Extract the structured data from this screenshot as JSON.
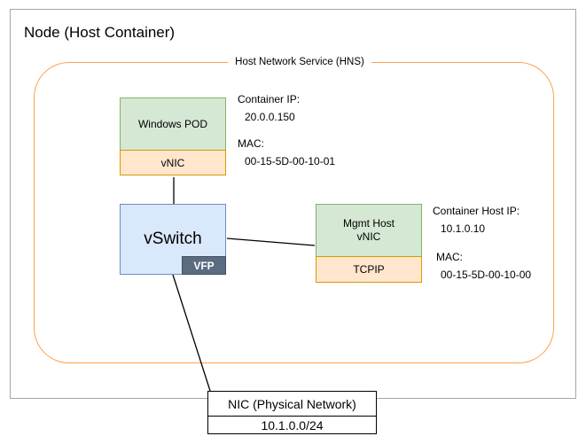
{
  "node": {
    "title": "Node (Host Container)"
  },
  "hns": {
    "label": "Host Network Service (HNS)"
  },
  "pod": {
    "name": "Windows POD",
    "nic_label": "vNIC",
    "info": {
      "ip_label": "Container IP:",
      "ip_value": "20.0.0.150",
      "mac_label": "MAC:",
      "mac_value": "00-15-5D-00-10-01"
    }
  },
  "vswitch": {
    "name": "vSwitch",
    "badge": "VFP"
  },
  "mgmt": {
    "name_line1": "Mgmt Host",
    "name_line2": "vNIC",
    "stack_label": "TCPIP",
    "info": {
      "ip_label": "Container Host IP:",
      "ip_value": "10.1.0.10",
      "mac_label": "MAC:",
      "mac_value": "00-15-5D-00-10-00"
    }
  },
  "physical_nic": {
    "title": "NIC (Physical Network)",
    "subnet": "10.1.0.0/24"
  },
  "colors": {
    "outer_border": "#a6a6a6",
    "hns_border": "#ffa04d",
    "green_fill": "#d5e8d4",
    "green_border": "#82b366",
    "orange_fill": "#ffe6cc",
    "orange_border": "#d79b00",
    "blue_fill": "#dae8fc",
    "blue_border": "#6c8ebf",
    "vfp_fill": "#5b6c80",
    "vfp_border": "#3f5264",
    "vfp_text": "#ffffff",
    "line": "#000000",
    "nic_border": "#000000"
  }
}
